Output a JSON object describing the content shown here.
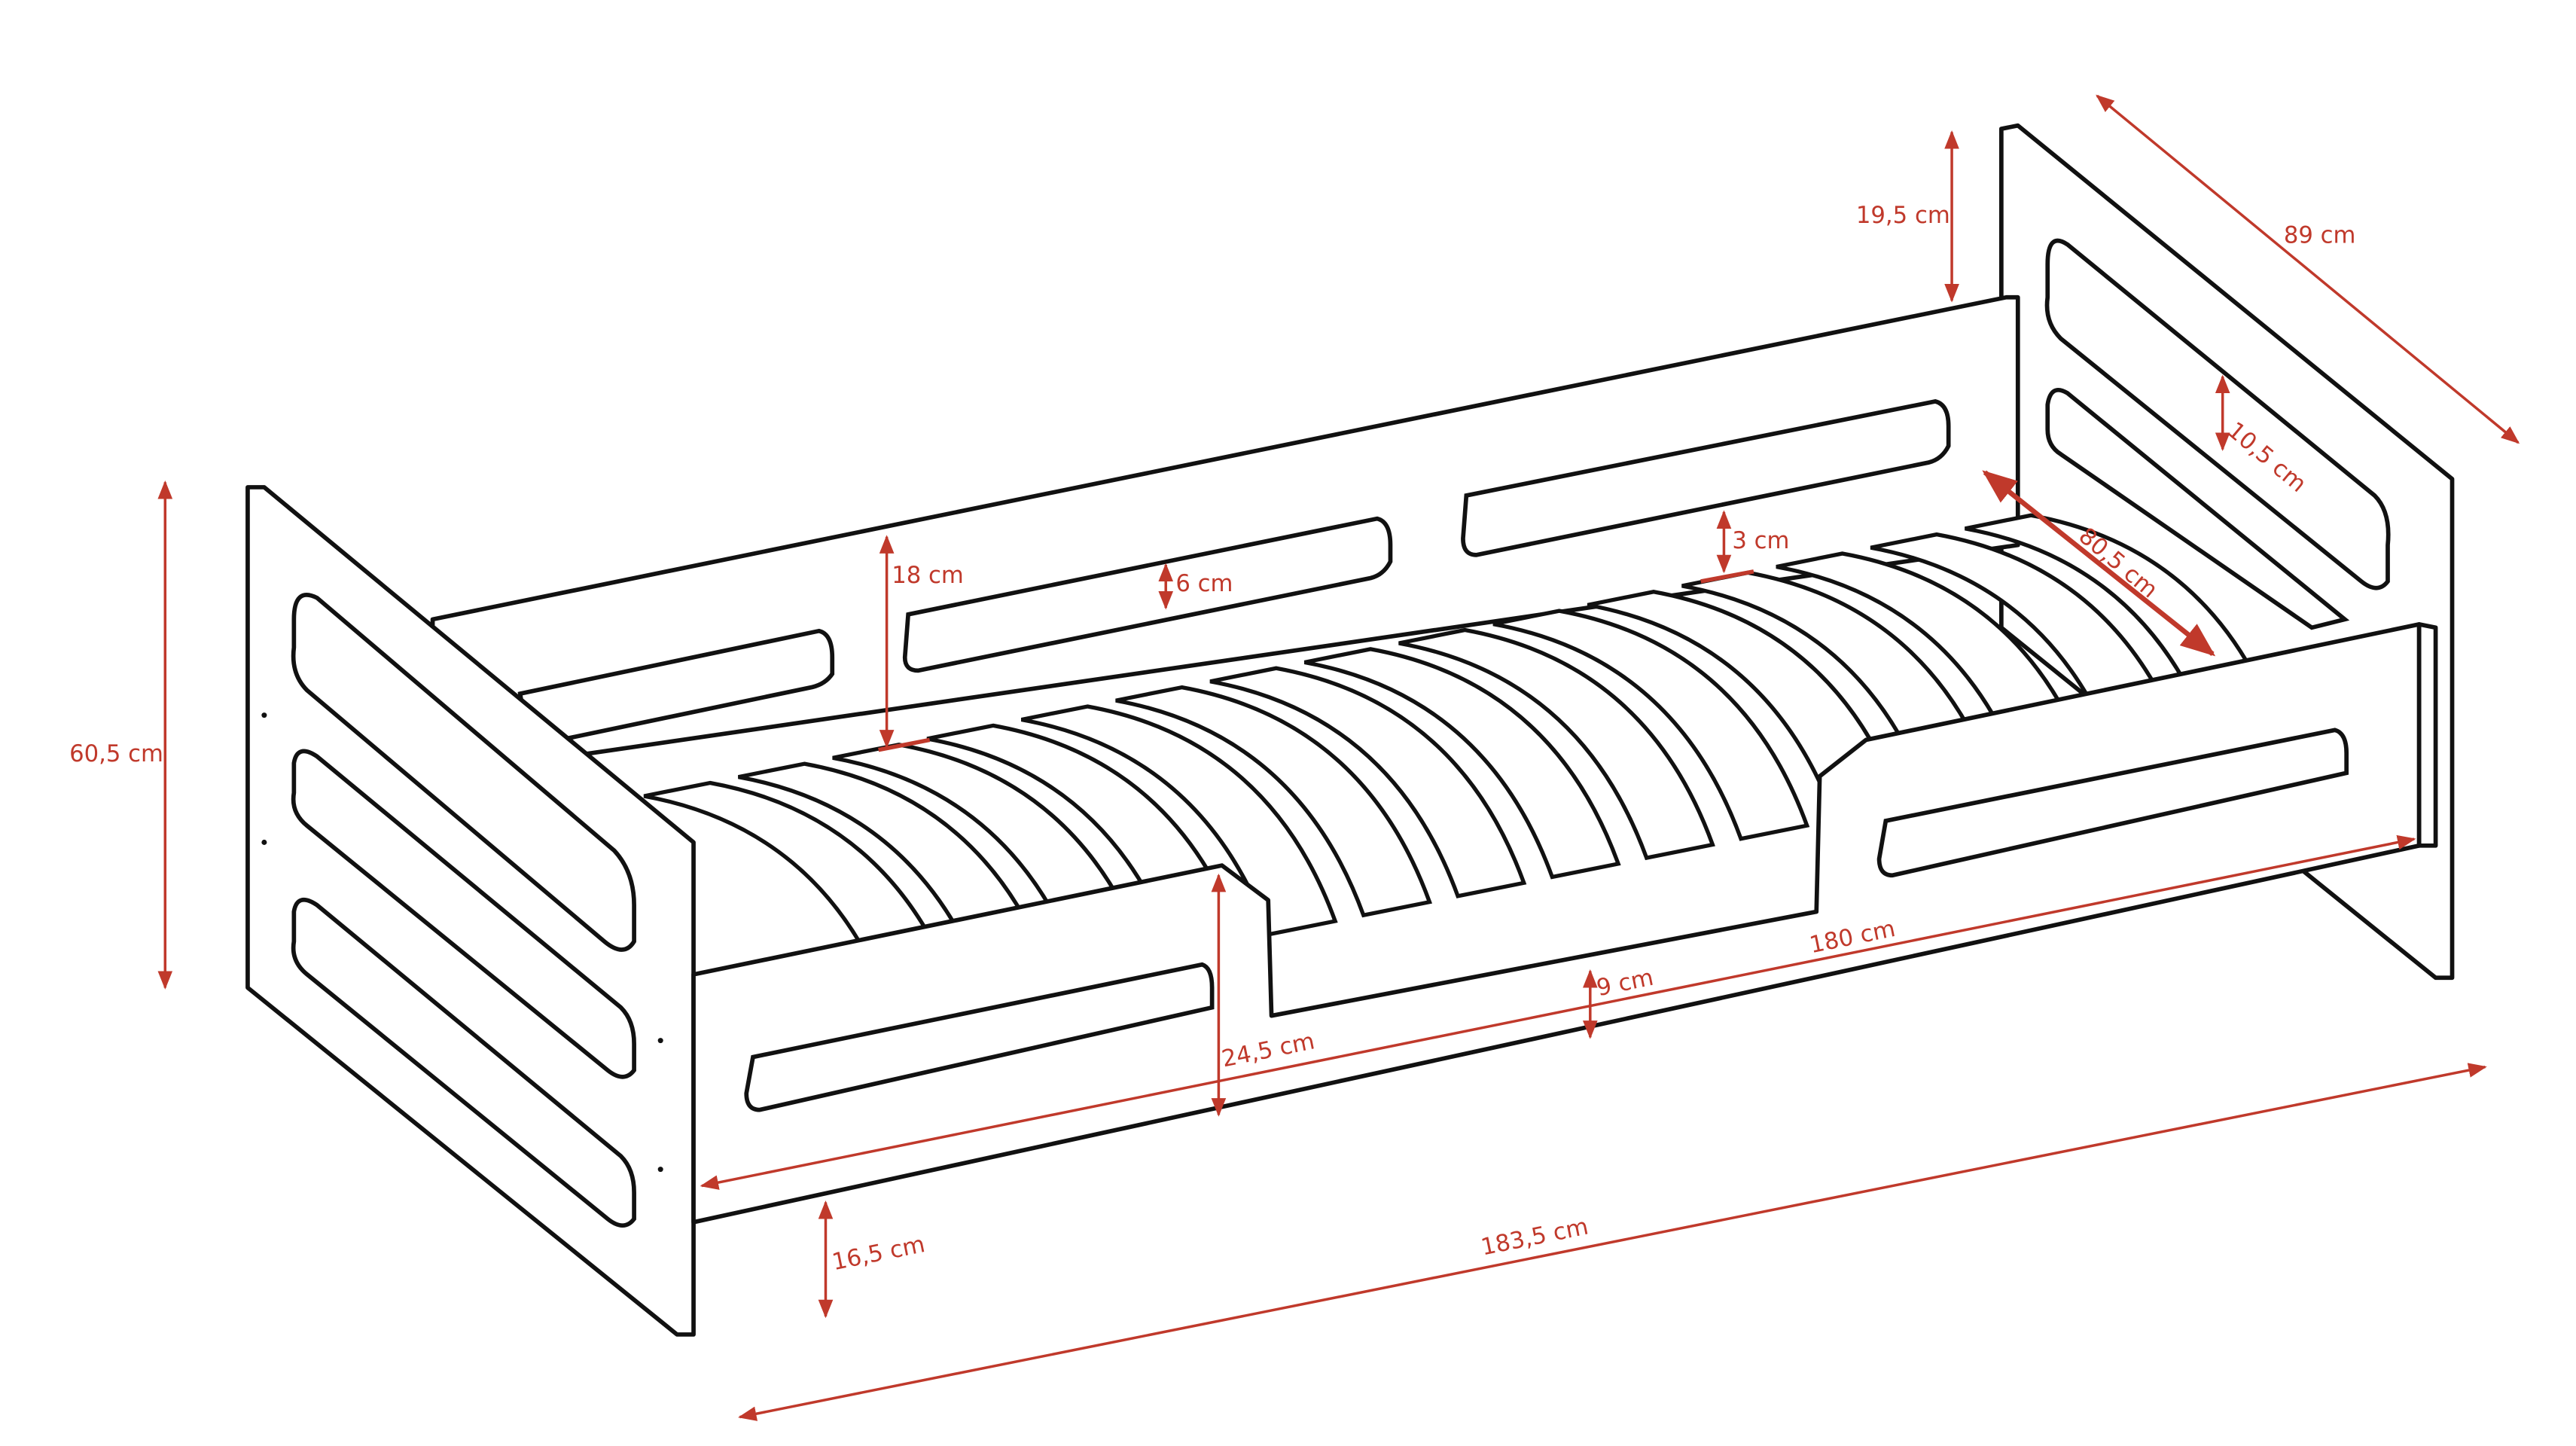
{
  "diagram": {
    "accent_color": "#c0392b",
    "dimensions": {
      "headboard_height": "60,5 cm",
      "back_panel_height": "19,5 cm",
      "width_total": "89 cm",
      "foot_slot_height": "10,5 cm",
      "inner_width": "80,5 cm",
      "slat_gap": "3 cm",
      "slot_height": "6 cm",
      "rail_to_slats": "18 cm",
      "inner_length": "180 cm",
      "slat_depth": "9 cm",
      "guard_height": "24,5 cm",
      "floor_clearance": "16,5 cm",
      "total_length": "183,5 cm"
    }
  }
}
